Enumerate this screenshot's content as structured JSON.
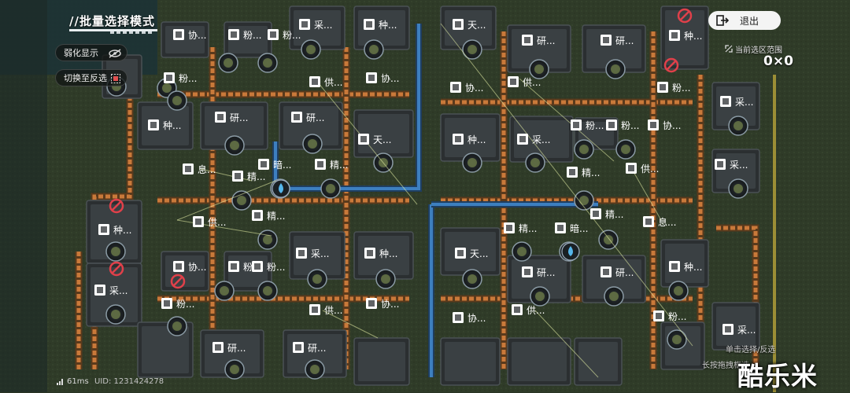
{
  "header": {
    "mode_title": "//批量选择模式"
  },
  "left_panel": {
    "weaken_display_label": "弱化显示",
    "switch_inverse_label": "切换至反选"
  },
  "exit_button": {
    "label": "退出"
  },
  "selection": {
    "range_label": "当前选区范围",
    "range_value": "0×0"
  },
  "hints": {
    "bottom_hint": "长按拖拽框选",
    "bottom_hint2": "单击选择/反选"
  },
  "watermark": "酷乐米",
  "status": {
    "ping": "61ms",
    "uid": "UID: 1231424278"
  },
  "machine_labels": [
    {
      "text": "协...",
      "icon": "doc-icon"
    },
    {
      "text": "粉...",
      "icon": "crusher-icon"
    },
    {
      "text": "粉...",
      "icon": "crusher-icon"
    },
    {
      "text": "采...",
      "icon": "brick-icon"
    },
    {
      "text": "种...",
      "icon": "plant-icon"
    },
    {
      "text": "天...",
      "icon": "cube-icon"
    },
    {
      "text": "研...",
      "icon": "grinder-icon"
    },
    {
      "text": "研...",
      "icon": "grinder-icon"
    },
    {
      "text": "种...",
      "icon": "plant-icon"
    },
    {
      "text": "采...",
      "icon": "brick-icon"
    },
    {
      "text": "粉...",
      "icon": "crusher-icon"
    },
    {
      "text": "供...",
      "icon": "antenna-icon"
    },
    {
      "text": "协...",
      "icon": "doc-icon"
    },
    {
      "text": "协...",
      "icon": "doc-icon"
    },
    {
      "text": "供...",
      "icon": "antenna-icon"
    },
    {
      "text": "粉...",
      "icon": "crusher-icon"
    },
    {
      "text": "种...",
      "icon": "plant-icon"
    },
    {
      "text": "研...",
      "icon": "grinder-icon"
    },
    {
      "text": "研...",
      "icon": "grinder-icon"
    },
    {
      "text": "天...",
      "icon": "cube-icon"
    },
    {
      "text": "种...",
      "icon": "plant-icon"
    },
    {
      "text": "采...",
      "icon": "brick-icon"
    },
    {
      "text": "粉...",
      "icon": "crusher-icon"
    },
    {
      "text": "粉...",
      "icon": "crusher-icon"
    },
    {
      "text": "协...",
      "icon": "doc-icon"
    },
    {
      "text": "采...",
      "icon": "brick-icon"
    },
    {
      "text": "息...",
      "icon": "pylon-icon"
    },
    {
      "text": "精...",
      "icon": "refinery-icon"
    },
    {
      "text": "暗...",
      "icon": "flame-icon"
    },
    {
      "text": "精...",
      "icon": "refinery-icon"
    },
    {
      "text": "精...",
      "icon": "refinery-icon"
    },
    {
      "text": "供...",
      "icon": "antenna-icon"
    },
    {
      "text": "种...",
      "icon": "plant-icon"
    },
    {
      "text": "供...",
      "icon": "antenna-icon"
    },
    {
      "text": "精...",
      "icon": "refinery-icon"
    },
    {
      "text": "精...",
      "icon": "refinery-icon"
    },
    {
      "text": "暗...",
      "icon": "flame-icon"
    },
    {
      "text": "精...",
      "icon": "refinery-icon"
    },
    {
      "text": "息...",
      "icon": "pylon-icon"
    },
    {
      "text": "协...",
      "icon": "doc-icon"
    },
    {
      "text": "粉...",
      "icon": "crusher-icon"
    },
    {
      "text": "粉...",
      "icon": "crusher-icon"
    },
    {
      "text": "采...",
      "icon": "brick-icon"
    },
    {
      "text": "种...",
      "icon": "plant-icon"
    },
    {
      "text": "天...",
      "icon": "cube-icon"
    },
    {
      "text": "研...",
      "icon": "grinder-icon"
    },
    {
      "text": "研...",
      "icon": "grinder-icon"
    },
    {
      "text": "种...",
      "icon": "plant-icon"
    },
    {
      "text": "采...",
      "icon": "brick-icon"
    },
    {
      "text": "粉...",
      "icon": "crusher-icon"
    },
    {
      "text": "供...",
      "icon": "antenna-icon"
    },
    {
      "text": "协...",
      "icon": "doc-icon"
    },
    {
      "text": "协...",
      "icon": "doc-icon"
    },
    {
      "text": "供...",
      "icon": "antenna-icon"
    },
    {
      "text": "粉...",
      "icon": "crusher-icon"
    },
    {
      "text": "研...",
      "icon": "grinder-icon"
    },
    {
      "text": "研...",
      "icon": "grinder-icon"
    },
    {
      "text": "采...",
      "icon": "brick-icon"
    }
  ],
  "colors": {
    "ground": "#2f3b28",
    "belt_orange": "#c9793a",
    "pipe_blue": "#3d7fbf",
    "machine_dark": "#2b2f31",
    "label_white": "#ffffff",
    "ban_red": "#e0404a"
  }
}
